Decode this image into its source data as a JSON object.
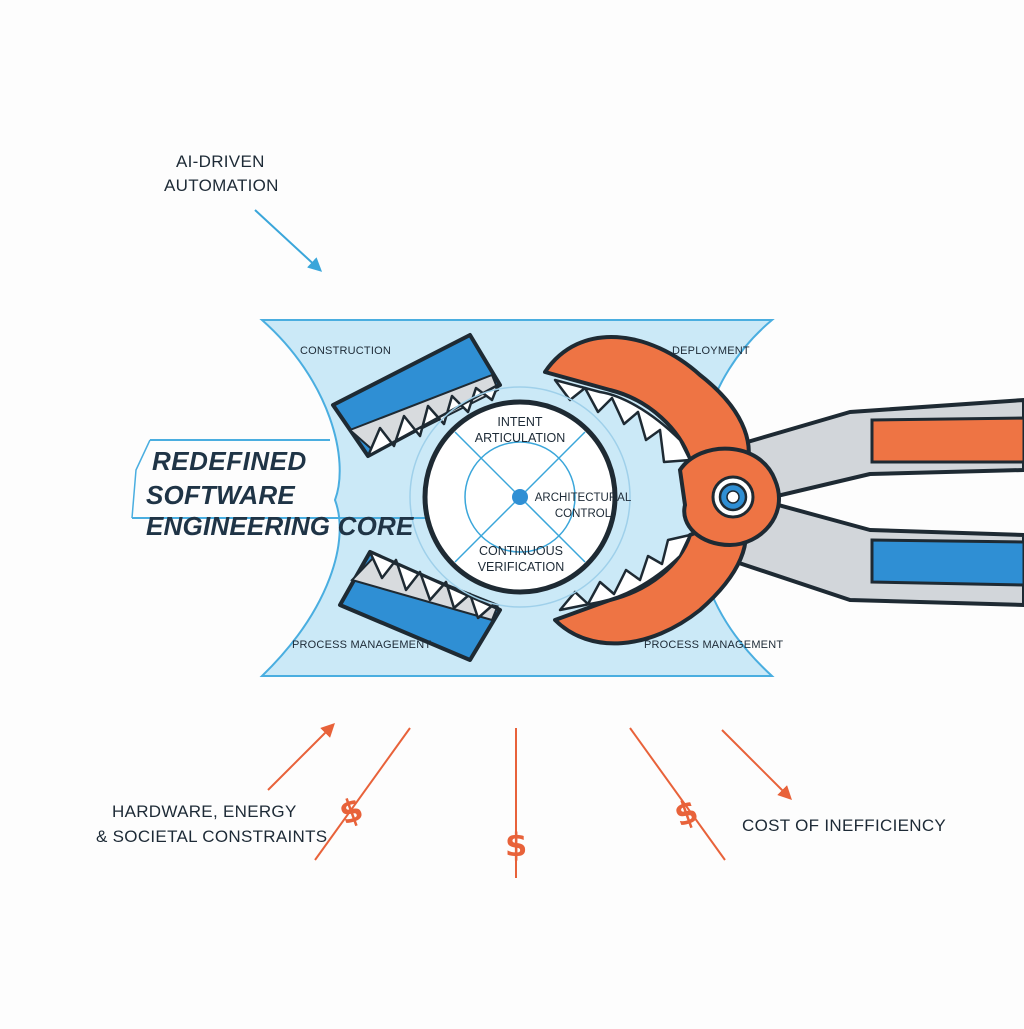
{
  "labels": {
    "ai_automation_line1": "AI-DRIVEN",
    "ai_automation_line2": "AUTOMATION",
    "construction": "CONSTRUCTION",
    "deployment": "DEPLOYMENT",
    "process_management_left": "PROCESS MANAGEMENT",
    "process_management_right": "PROCESS MANAGEMENT",
    "title_line1": "REDEFINED",
    "title_line2": "SOFTWARE ENGINEERING CORE",
    "intent_line1": "INTENT",
    "intent_line2": "ARTICULATION",
    "arch_line1": "ARCHITECTURAL",
    "arch_line2": "CONTROL",
    "verif_line1": "CONTINUOUS",
    "verif_line2": "VERIFICATION",
    "constraints_line1": "HARDWARE, ENERGY",
    "constraints_line2": "& SOCIETAL CONSTRAINTS",
    "cost": "COST OF INEFFICIENCY",
    "dollar": "$"
  },
  "colors": {
    "blue_jaw": "#2f8fd4",
    "orange_jaw": "#ee7444",
    "panel": "#cbe9f7",
    "panel_stroke": "#4aaee0",
    "arrow_blue": "#3aa6da",
    "arrow_orange": "#e8623a",
    "outline": "#1e2a33",
    "handle_grey": "#d2d6da"
  }
}
